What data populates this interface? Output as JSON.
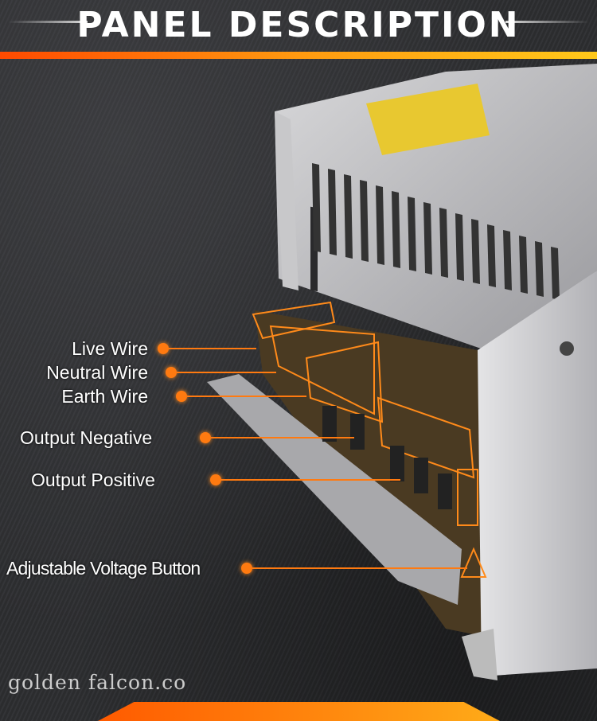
{
  "header": {
    "title": "PANEL DESCRIPTION"
  },
  "labels": {
    "live": "Live Wire",
    "neutral": "Neutral Wire",
    "earth": "Earth Wire",
    "neg": "Output Negative",
    "pos": "Output Positive",
    "adj": "Adjustable Voltage Button"
  },
  "footer": {
    "brand": "golden falcon.co"
  },
  "colors": {
    "accent": "#ff7a10",
    "bar_start": "#ff4a00",
    "bar_end": "#ffc81a"
  }
}
